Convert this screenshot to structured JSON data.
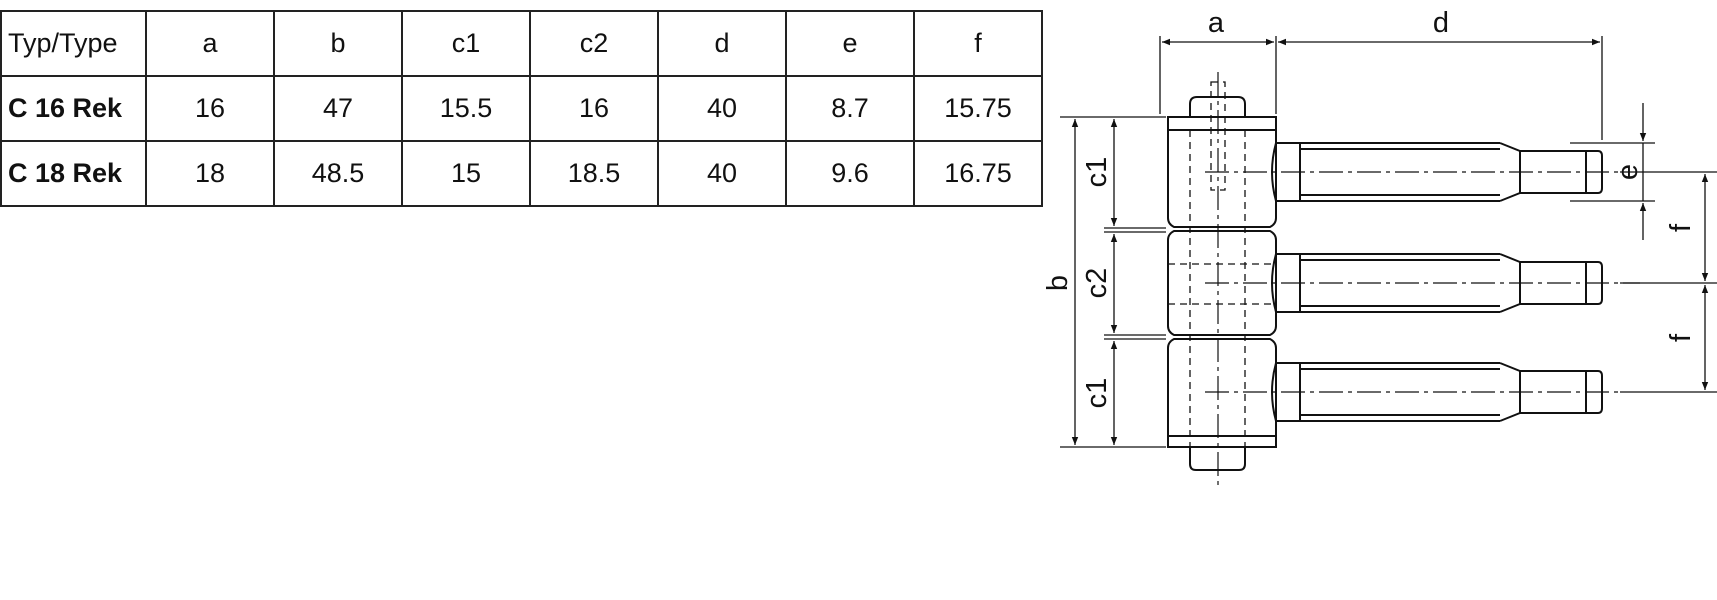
{
  "table": {
    "header": [
      "Typ/Type",
      "a",
      "b",
      "c1",
      "c2",
      "d",
      "e",
      "f"
    ],
    "rows": [
      {
        "type": "C 16 Rek",
        "values": [
          "16",
          "47",
          "15.5",
          "16",
          "40",
          "8.7",
          "15.75"
        ]
      },
      {
        "type": "C 18 Rek",
        "values": [
          "18",
          "48.5",
          "15",
          "18.5",
          "40",
          "9.6",
          "16.75"
        ]
      }
    ]
  },
  "drawing": {
    "labels": {
      "a": "a",
      "d": "d",
      "b": "b",
      "c1_top": "c1",
      "c2": "c2",
      "c1_bottom": "c1",
      "e": "e",
      "f_upper": "f",
      "f_lower": "f"
    }
  }
}
